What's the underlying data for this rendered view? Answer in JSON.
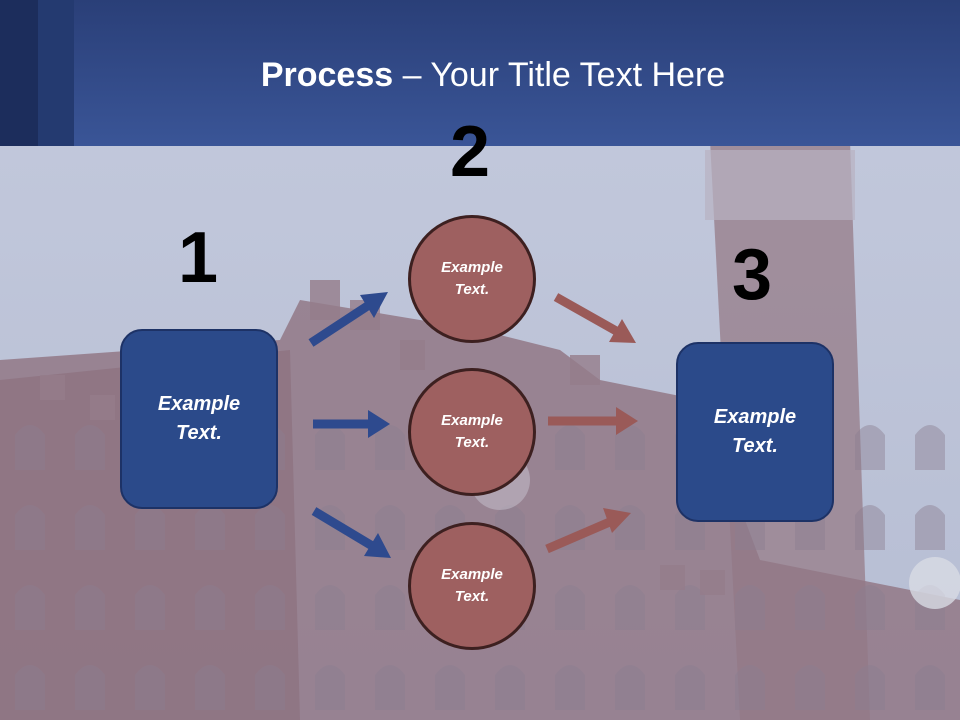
{
  "title": {
    "bold": "Process",
    "rest": " – Your Title Text Here"
  },
  "steps": {
    "one": "1",
    "two": "2",
    "three": "3"
  },
  "left_box": {
    "line1": "Example",
    "line2": "Text."
  },
  "right_box": {
    "line1": "Example",
    "line2": "Text."
  },
  "circles": [
    {
      "line1": "Example",
      "line2": "Text."
    },
    {
      "line1": "Example",
      "line2": "Text."
    },
    {
      "line1": "Example",
      "line2": "Text."
    }
  ],
  "colors": {
    "header": "#3a5597",
    "box": "#2b4a8a",
    "circle": "#9e6060",
    "arrow_blue": "#2e4a8e",
    "arrow_red": "#9a5a58"
  }
}
